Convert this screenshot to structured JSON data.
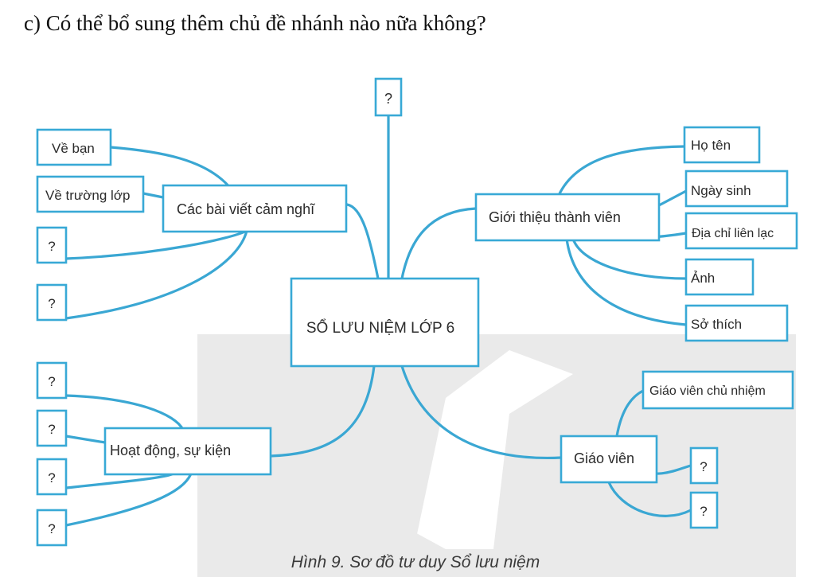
{
  "question": "c) Có thể bổ sung thêm chủ đề nhánh nào nữa không?",
  "center": "SỔ LƯU NIỆM LỚP 6",
  "top_branch": "?",
  "left_top": {
    "title": "Các bài viết cảm nghĩ",
    "leaves": [
      "Về bạn",
      "Về trường lớp",
      "?",
      "?"
    ]
  },
  "left_bottom": {
    "title": "Hoạt động, sự kiện",
    "leaves": [
      "?",
      "?",
      "?",
      "?"
    ]
  },
  "right_top": {
    "title": "Giới thiệu thành viên",
    "leaves": [
      "Họ tên",
      "Ngày sinh",
      "Địa chỉ liên lạc",
      "Ảnh",
      "Sở thích"
    ]
  },
  "right_bottom": {
    "title": "Giáo viên",
    "leaves": [
      "Giáo viên chủ nhiệm",
      "?",
      "?"
    ]
  },
  "caption": "Hình 9. Sơ đồ tư duy Sổ lưu niệm"
}
